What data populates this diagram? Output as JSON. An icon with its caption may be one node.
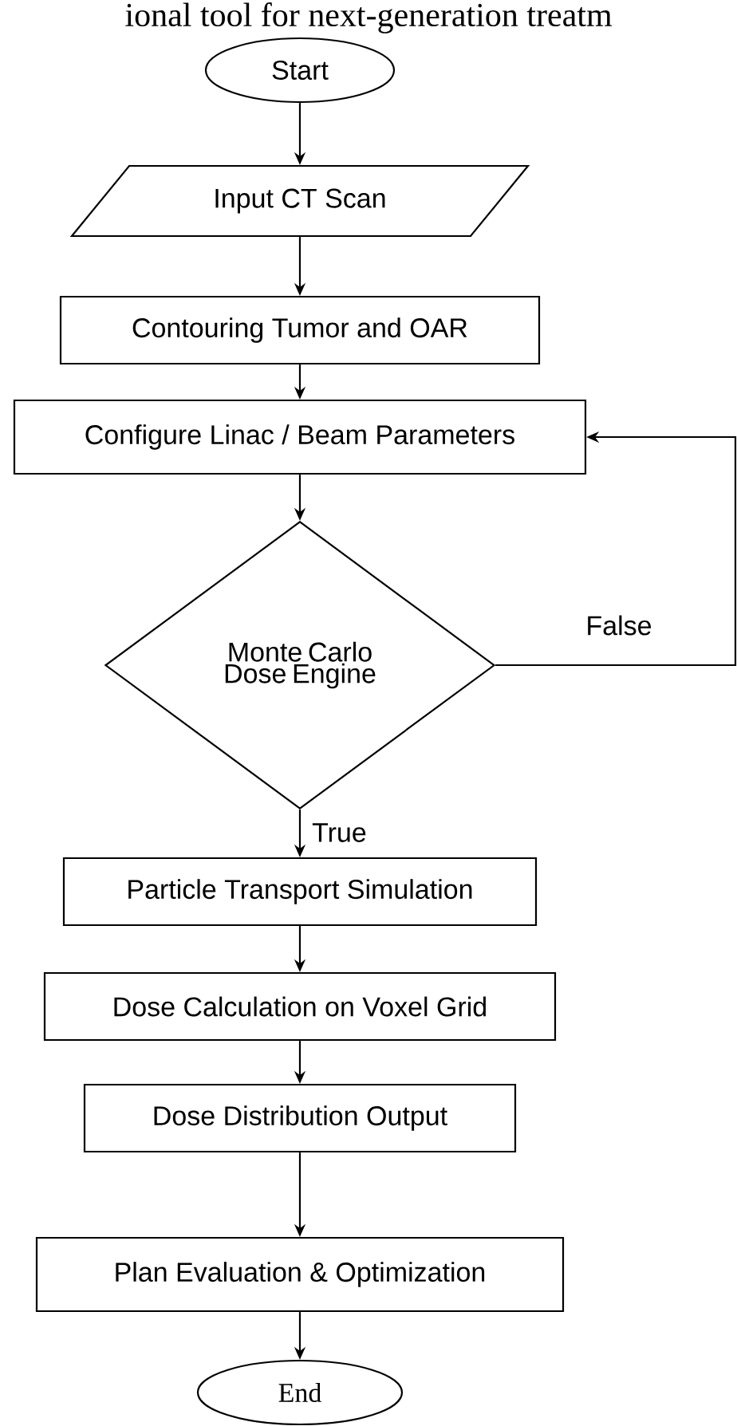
{
  "diagram": {
    "nodes": [
      {
        "text": [
          "Start"
        ]
      },
      {
        "text": [
          "Input CT Scan"
        ]
      },
      {
        "text": [
          "Contouring Tumor and OAR"
        ]
      },
      {
        "text": [
          "Configure Linac / Beam Parameters"
        ]
      },
      {
        "text": [
          "Monte Carlo Dose Engine"
        ]
      },
      {
        "text": [
          "Particle Transport Simulation"
        ]
      },
      {
        "text": [
          "Dose Calculation on Voxel Grid"
        ]
      },
      {
        "text": [
          "Dose Distribution Output"
        ]
      },
      {
        "text": [
          "Plan Evaluation & Optimization"
        ]
      },
      {
        "text": [
          "End"
        ]
      }
    ],
    "edges": [
      {
        "from": 0,
        "to": 1,
        "arrow": "to"
      },
      {
        "from": 1,
        "to": 2,
        "arrow": "to"
      },
      {
        "from": 2,
        "to": 3,
        "arrow": "to"
      },
      {
        "from": 3,
        "to": 4,
        "arrow": "to"
      },
      {
        "from": 4,
        "to": 5,
        "arrow": "to",
        "label": "True"
      },
      {
        "from": 5,
        "to": 6,
        "arrow": "to"
      },
      {
        "from": 6,
        "to": 7,
        "arrow": "to"
      },
      {
        "from": 7,
        "to": 8,
        "arrow": "to"
      },
      {
        "from": 8,
        "to": 9,
        "arrow": "to"
      },
      {
        "from": 4,
        "to": 3,
        "arrow": "to",
        "label": "False"
      }
    ],
    "labels": [
      "ional tool for next-generation treatm"
    ]
  }
}
